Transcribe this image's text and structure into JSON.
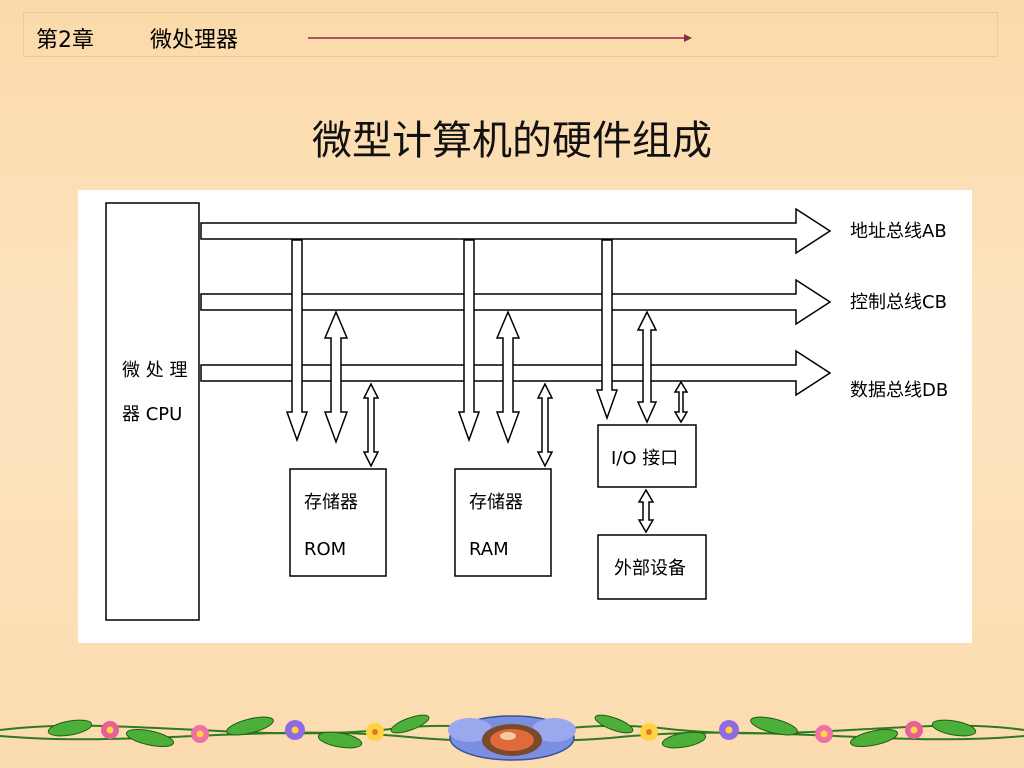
{
  "header": {
    "chapter": "第2章",
    "section": "微处理器"
  },
  "title": "微型计算机的硬件组成",
  "diagram": {
    "cpu_label_line1": "微 处 理",
    "cpu_label_line2": "器 CPU",
    "address_bus": "地址总线AB",
    "control_bus": "控制总线CB",
    "data_bus": "数据总线DB",
    "rom_line1": "存储器",
    "rom_line2": "ROM",
    "ram_line1": "存储器",
    "ram_line2": "RAM",
    "io_interface": "I/O 接口",
    "peripheral": "外部设备"
  },
  "colors": {
    "arrow": "#8b2c4a",
    "ink": "#000000"
  }
}
